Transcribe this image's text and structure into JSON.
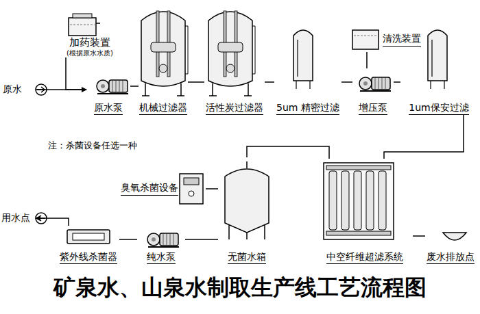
{
  "diagram": {
    "title": "矿泉水、山泉水制取生产线工艺流程图",
    "nodes": [
      {
        "text": [
          "原水"
        ]
      },
      {
        "text": [
          "加药装置",
          "(根据原水水质)"
        ]
      },
      {
        "text": [
          "原水泵"
        ]
      },
      {
        "text": [
          "机械过滤器"
        ]
      },
      {
        "text": [
          "活性炭过滤器"
        ]
      },
      {
        "text": [
          "5um 精密过滤"
        ]
      },
      {
        "text": [
          "清洗装置"
        ]
      },
      {
        "text": [
          "增压泵"
        ]
      },
      {
        "text": [
          "1um保安过滤"
        ]
      },
      {
        "text": [
          "臭氧杀菌设备"
        ]
      },
      {
        "text": [
          "无菌水箱"
        ]
      },
      {
        "text": [
          "中空纤维超滤系统"
        ]
      },
      {
        "text": [
          "废水排放点"
        ]
      },
      {
        "text": [
          "用水点"
        ]
      },
      {
        "text": [
          "紫外线杀菌器"
        ]
      },
      {
        "text": [
          "纯水泵"
        ]
      }
    ],
    "edges": [
      {
        "from": 0,
        "to": 2,
        "arrow": "none"
      },
      {
        "from": 1,
        "to": 2,
        "arrow": "to"
      },
      {
        "from": 2,
        "to": 3,
        "arrow": "none"
      },
      {
        "from": 3,
        "to": 4,
        "arrow": "none"
      },
      {
        "from": 4,
        "to": 5,
        "arrow": "none"
      },
      {
        "from": 5,
        "to": 7,
        "arrow": "none"
      },
      {
        "from": 6,
        "to": 7,
        "arrow": "none"
      },
      {
        "from": 7,
        "to": 8,
        "arrow": "none"
      },
      {
        "from": 8,
        "to": 11,
        "arrow": "none"
      },
      {
        "from": 11,
        "to": 10,
        "arrow": "none"
      },
      {
        "from": 11,
        "to": 12,
        "arrow": "none"
      },
      {
        "from": 9,
        "to": 10,
        "arrow": "none"
      },
      {
        "from": 10,
        "to": 15,
        "arrow": "none"
      },
      {
        "from": 15,
        "to": 14,
        "arrow": "none"
      },
      {
        "from": 14,
        "to": 13,
        "arrow": "to"
      }
    ],
    "labels": [
      "注：杀菌设备任选一种"
    ]
  }
}
